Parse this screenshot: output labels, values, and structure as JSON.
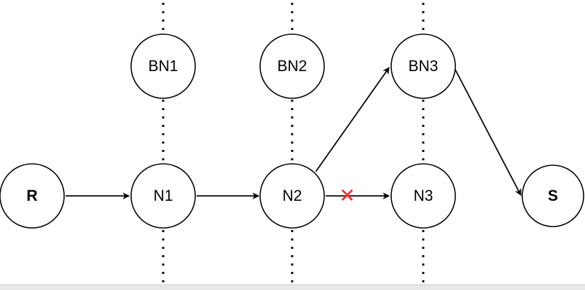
{
  "diagram": {
    "nodes": {
      "R": {
        "label": "R"
      },
      "N1": {
        "label": "N1"
      },
      "N2": {
        "label": "N2"
      },
      "N3": {
        "label": "N3"
      },
      "BN1": {
        "label": "BN1"
      },
      "BN2": {
        "label": "BN2"
      },
      "BN3": {
        "label": "BN3"
      },
      "S": {
        "label": "S"
      }
    },
    "edges": [
      {
        "from": "R",
        "to": "N1"
      },
      {
        "from": "N1",
        "to": "N2"
      },
      {
        "from": "N2",
        "to": "N3",
        "broken": true
      },
      {
        "from": "N2",
        "to": "BN3"
      },
      {
        "from": "BN3",
        "to": "S"
      }
    ],
    "broken_marker": {
      "symbol": "✕",
      "color": "#ff2a2a"
    }
  }
}
